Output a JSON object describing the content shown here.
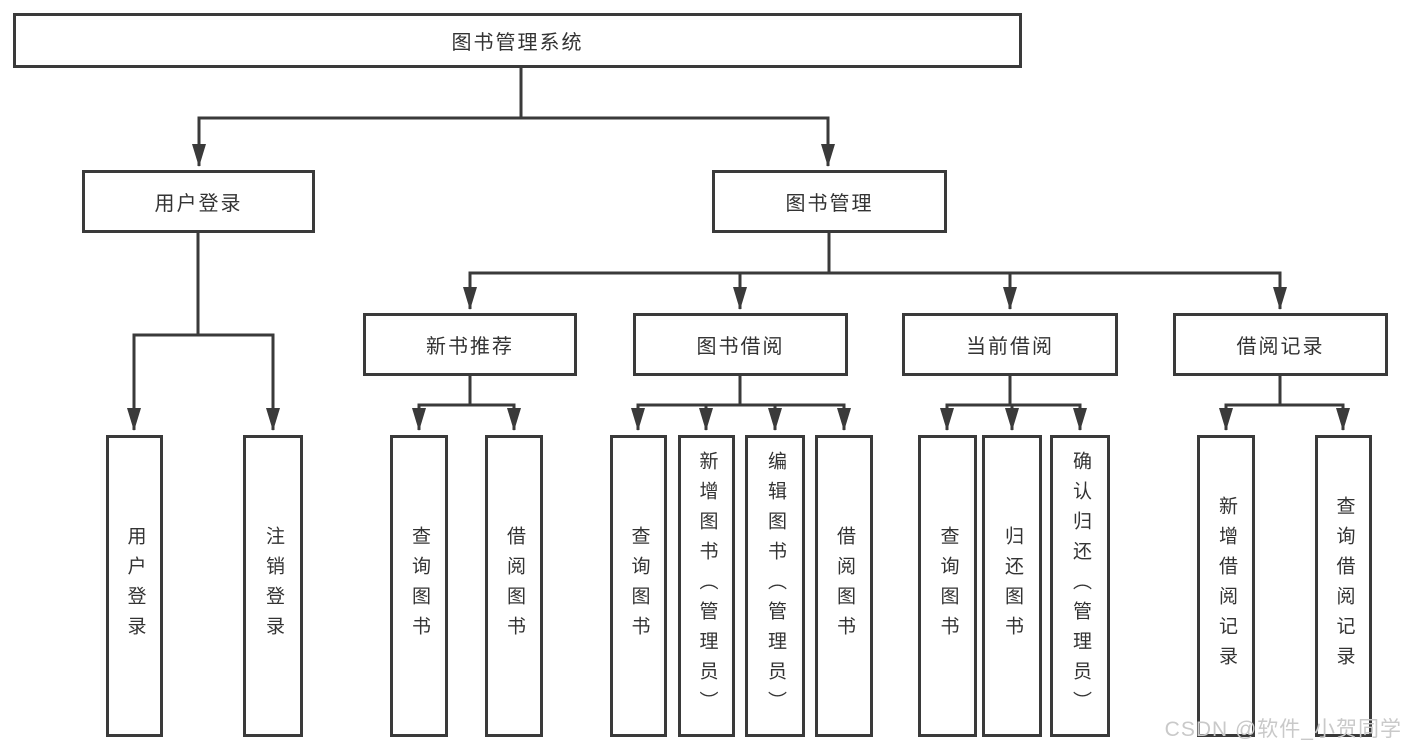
{
  "colors": {
    "line": "#3a3a3a",
    "text": "#333333",
    "watermark": "#c9c9c9",
    "background": "#ffffff"
  },
  "watermark": "CSDN @软件_小贺同学",
  "diagram": {
    "type": "org-chart",
    "root": {
      "label": "图书管理系统"
    },
    "children": [
      {
        "label": "用户登录",
        "children": [
          {
            "label": "用户登录"
          },
          {
            "label": "注销登录"
          }
        ]
      },
      {
        "label": "图书管理",
        "children": [
          {
            "label": "新书推荐",
            "children": [
              {
                "label": "查询图书"
              },
              {
                "label": "借阅图书"
              }
            ]
          },
          {
            "label": "图书借阅",
            "children": [
              {
                "label": "查询图书"
              },
              {
                "label": "新增图书（管理员）"
              },
              {
                "label": "编辑图书（管理员）"
              },
              {
                "label": "借阅图书"
              }
            ]
          },
          {
            "label": "当前借阅",
            "children": [
              {
                "label": "查询图书"
              },
              {
                "label": "归还图书"
              },
              {
                "label": "确认归还（管理员）"
              }
            ]
          },
          {
            "label": "借阅记录",
            "children": [
              {
                "label": "新增借阅记录"
              },
              {
                "label": "查询借阅记录"
              }
            ]
          }
        ]
      }
    ]
  }
}
